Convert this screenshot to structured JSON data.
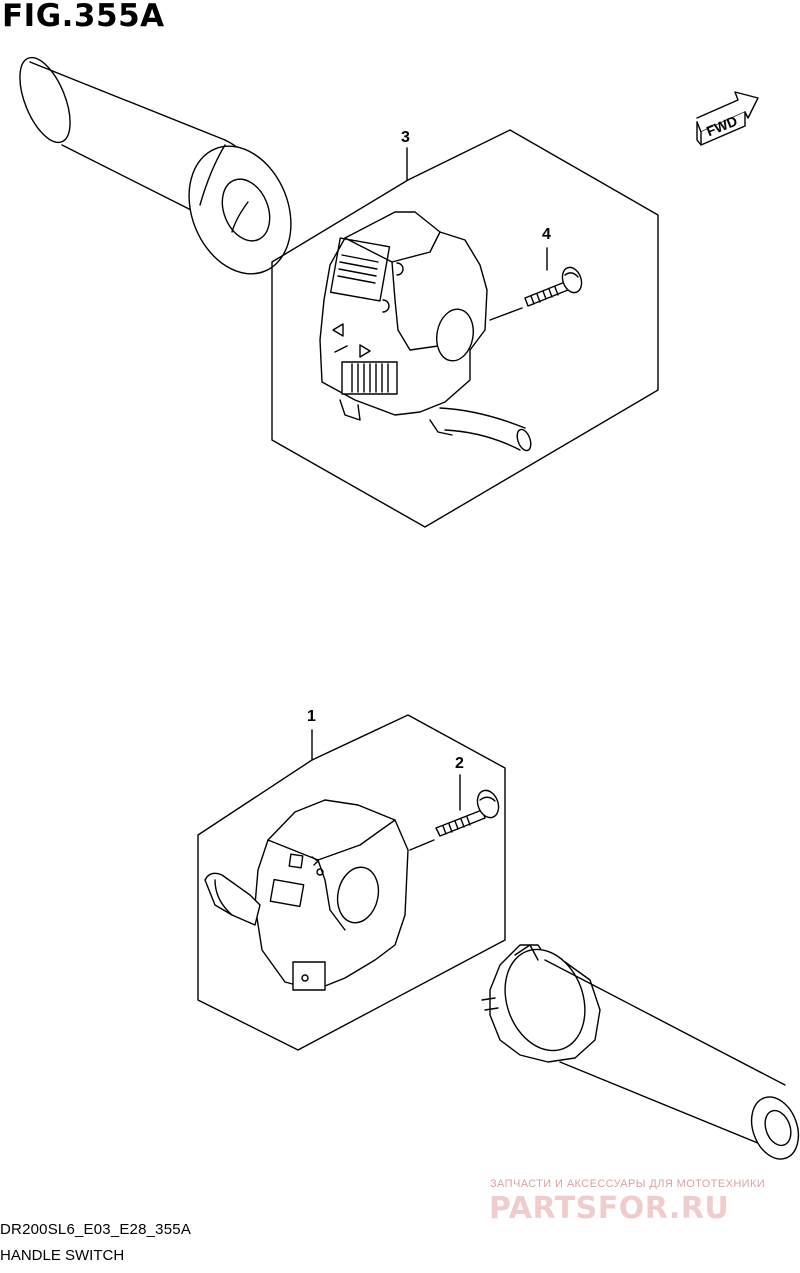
{
  "figure": {
    "title": "FIG.355A"
  },
  "callouts": {
    "part_1": "1",
    "part_2": "2",
    "part_3": "3",
    "part_4": "4"
  },
  "direction_marker": {
    "label": "FWD",
    "icon": "fwd-arrow-icon"
  },
  "footer": {
    "code": "DR200SL6_E03_E28_355A",
    "title": "HANDLE SWITCH"
  },
  "watermark": {
    "tagline": "ЗАПЧАСТИ И АКСЕССУАРЫ ДЛЯ МОТОТЕХНИКИ",
    "logo": "PARTSFOR.RU"
  }
}
